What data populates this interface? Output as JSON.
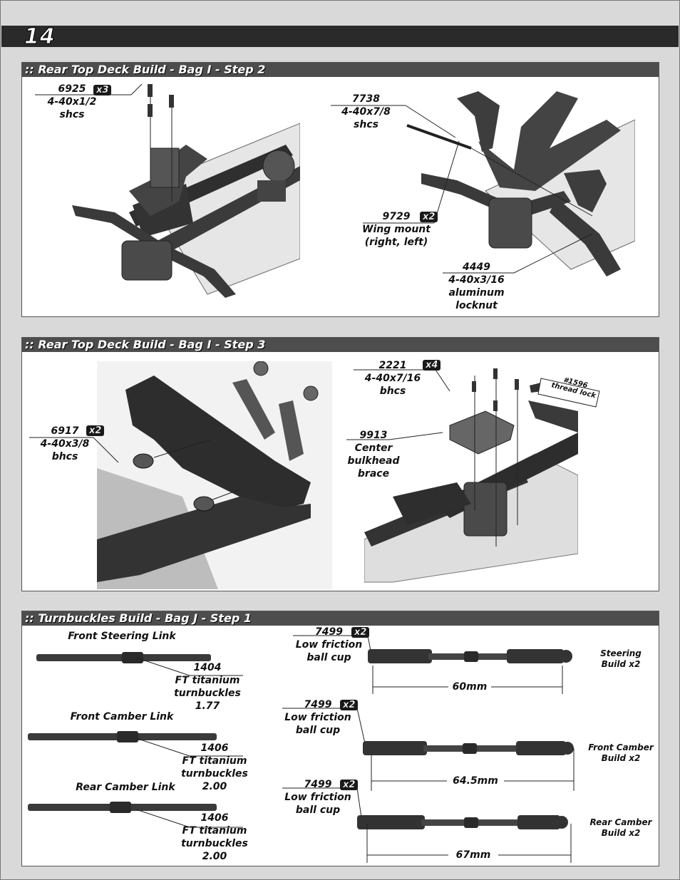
{
  "page": {
    "number": "14"
  },
  "sections": [
    {
      "title": ":: Rear Top Deck Build - Bag I - Step 2",
      "callouts": [
        {
          "part": "6925",
          "qty": "x3",
          "lines": [
            "4-40x1/2",
            "shcs"
          ]
        },
        {
          "part": "7738",
          "qty": "",
          "lines": [
            "4-40x7/8",
            "shcs"
          ]
        },
        {
          "part": "9729",
          "qty": "x2",
          "lines": [
            "Wing mount",
            "(right, left)"
          ]
        },
        {
          "part": "4449",
          "qty": "",
          "lines": [
            "4-40x3/16",
            "aluminum",
            "locknut"
          ]
        }
      ]
    },
    {
      "title": ":: Rear Top Deck Build - Bag I - Step 3",
      "callouts": [
        {
          "part": "6917",
          "qty": "x2",
          "lines": [
            "4-40x3/8",
            "bhcs"
          ]
        },
        {
          "part": "2221",
          "qty": "x4",
          "lines": [
            "4-40x7/16",
            "bhcs"
          ]
        },
        {
          "part": "9913",
          "qty": "",
          "lines": [
            "Center",
            "bulkhead",
            "brace"
          ]
        }
      ],
      "thread_lock": [
        "#1596",
        "thread lock"
      ]
    },
    {
      "title": ":: Turnbuckles Build - Bag J - Step 1",
      "links": [
        {
          "name": "Front Steering Link",
          "part": "1404",
          "lines": [
            "FT titanium",
            "turnbuckles",
            "1.77"
          ]
        },
        {
          "name": "Front Camber Link",
          "part": "1406",
          "lines": [
            "FT titanium",
            "turnbuckles",
            "2.00"
          ]
        },
        {
          "name": "Rear Camber Link",
          "part": "1406",
          "lines": [
            "FT titanium",
            "turnbuckles",
            "2.00"
          ]
        }
      ],
      "builds": [
        {
          "part": "7499",
          "qty": "x2",
          "lines": [
            "Low friction",
            "ball cup"
          ],
          "length": "60mm",
          "build": [
            "Steering",
            "Build x2"
          ]
        },
        {
          "part": "7499",
          "qty": "x2",
          "lines": [
            "Low friction",
            "ball cup"
          ],
          "length": "64.5mm",
          "build": [
            "Front Camber",
            "Build x2"
          ]
        },
        {
          "part": "7499",
          "qty": "x2",
          "lines": [
            "Low friction",
            "ball cup"
          ],
          "length": "67mm",
          "build": [
            "Rear Camber",
            "Build x2"
          ]
        }
      ]
    }
  ]
}
